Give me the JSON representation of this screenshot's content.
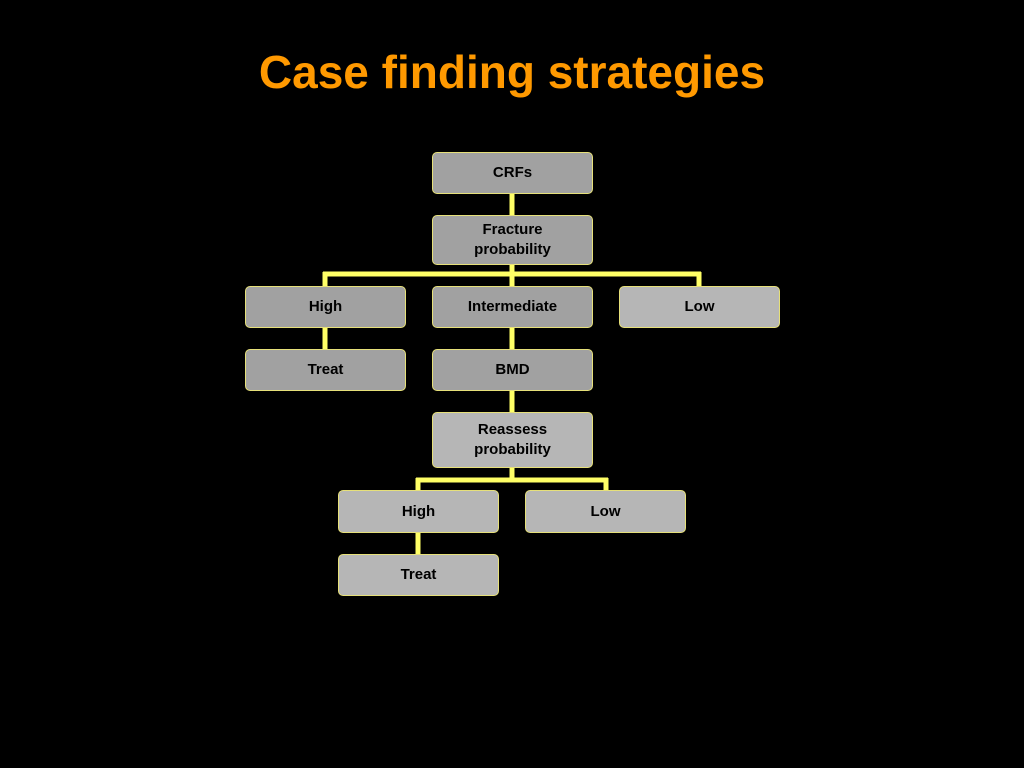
{
  "title": "Case finding strategies",
  "colors": {
    "background": "#000000",
    "title": "#ff9900",
    "connector": "#ffff66",
    "node_fill": "#a1a1a1",
    "node_fill_light": "#b6b6b6",
    "node_border": "#e6e07a"
  },
  "nodes": {
    "crfs": "CRFs",
    "fracture_probability": "Fracture probability",
    "high_1": "High",
    "intermediate": "Intermediate",
    "low_1": "Low",
    "treat_1": "Treat",
    "bmd": "BMD",
    "reassess_probability": "Reassess probability",
    "high_2": "High",
    "low_2": "Low",
    "treat_2": "Treat"
  }
}
